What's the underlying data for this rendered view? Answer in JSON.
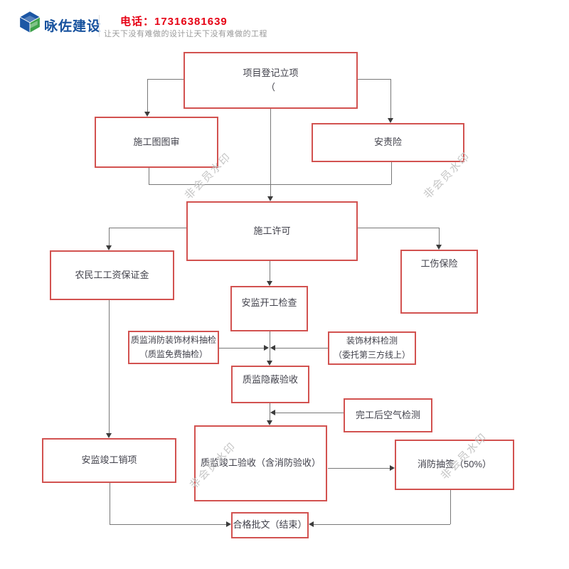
{
  "header": {
    "brand": "咏佐建设",
    "phone": "电话：17316381639",
    "tagline": "让天下没有难做的设计让天下没有难做的工程"
  },
  "watermark": {
    "text": "非会员水印"
  },
  "colors": {
    "box_border": "#d25250",
    "connector_line": "#787878",
    "arrow": "#3c3c3c",
    "node_text": "#41414b",
    "brand_blue": "#17529e",
    "phone_red": "#e60014",
    "logo_green": "#3ea24b",
    "tagline_gray": "#9a9a9a",
    "watermark_gray": "#c6c6c6"
  },
  "flowchart": {
    "nodes": {
      "project_register": {
        "line1": "项目登记立项",
        "line2": "（"
      },
      "drawing_review": {
        "label": "施工图图审"
      },
      "liability_insurance": {
        "label": "安责险"
      },
      "construction_permit": {
        "label": "施工许可"
      },
      "wage_deposit": {
        "label": "农民工工资保证金"
      },
      "injury_insurance": {
        "label": "工伤保险"
      },
      "safety_start_check": {
        "label": "安监开工检查"
      },
      "material_sampling": {
        "line1": "质监消防装饰材料抽检",
        "line2": "（质监免费抽检）"
      },
      "material_testing": {
        "line1": "装饰材料检测",
        "line2": "（委托第三方线上）"
      },
      "hidden_acceptance": {
        "label": "质监隐蔽验收"
      },
      "air_testing": {
        "label": "完工后空气检测"
      },
      "safety_completion": {
        "label": "安监竣工销项"
      },
      "quality_completion": {
        "label": "质监竣工验收（含消防验收）"
      },
      "fire_lottery": {
        "label": "消防抽签（50%）"
      },
      "final_approval": {
        "label": "合格批文（结束）"
      }
    }
  }
}
